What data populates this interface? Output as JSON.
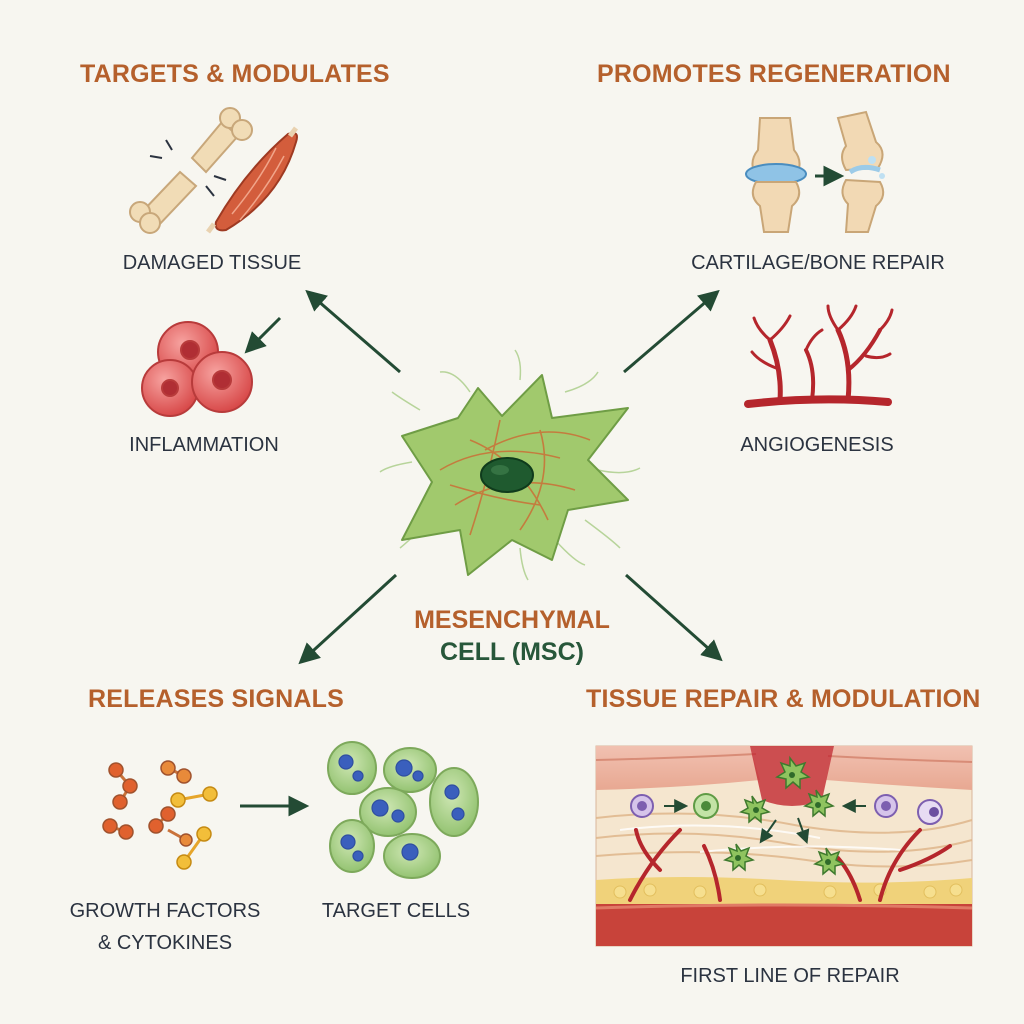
{
  "center": {
    "line1": "MESENCHYMAL",
    "line2": "CELL (MSC)"
  },
  "quadrants": {
    "top_left": {
      "heading": "TARGETS & MODULATES",
      "items": [
        "DAMAGED TISSUE",
        "INFLAMMATION"
      ]
    },
    "top_right": {
      "heading": "PROMOTES REGENERATION",
      "items": [
        "CARTILAGE/BONE REPAIR",
        "ANGIOGENESIS"
      ]
    },
    "bottom_left": {
      "heading": "RELEASES SIGNALS",
      "items": [
        "GROWTH FACTORS",
        "& CYTOKINES",
        "TARGET CELLS"
      ]
    },
    "bottom_right": {
      "heading": "TISSUE REPAIR & MODULATION",
      "items": [
        "FIRST LINE OF REPAIR"
      ]
    }
  },
  "colors": {
    "heading": "#b5602c",
    "arrow": "#234b34",
    "cell_body": "#9cc768",
    "nucleus": "#1f5a2f"
  }
}
